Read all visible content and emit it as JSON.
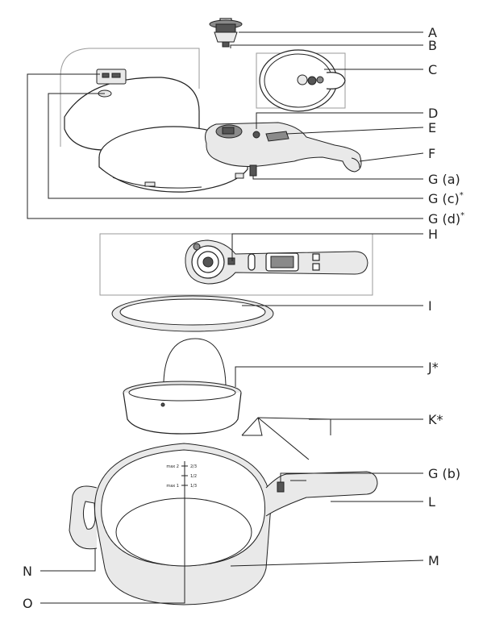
{
  "labels": {
    "A": "A",
    "B": "B",
    "C": "C",
    "D": "D",
    "E": "E",
    "F": "F",
    "Ga": "G (a)",
    "Gc": "G (c)",
    "Gc_sup": "*",
    "Gd": "G (d)",
    "Gd_sup": "*",
    "H": "H",
    "I": "I",
    "J": "J*",
    "K": "K*",
    "Gb": "G (b)",
    "L": "L",
    "M": "M",
    "N": "N",
    "O": "O"
  },
  "markings": {
    "max2": "max 2",
    "two_thirds": "2/3",
    "half": "1/2",
    "max1": "max 1",
    "one_third": "1/3"
  }
}
